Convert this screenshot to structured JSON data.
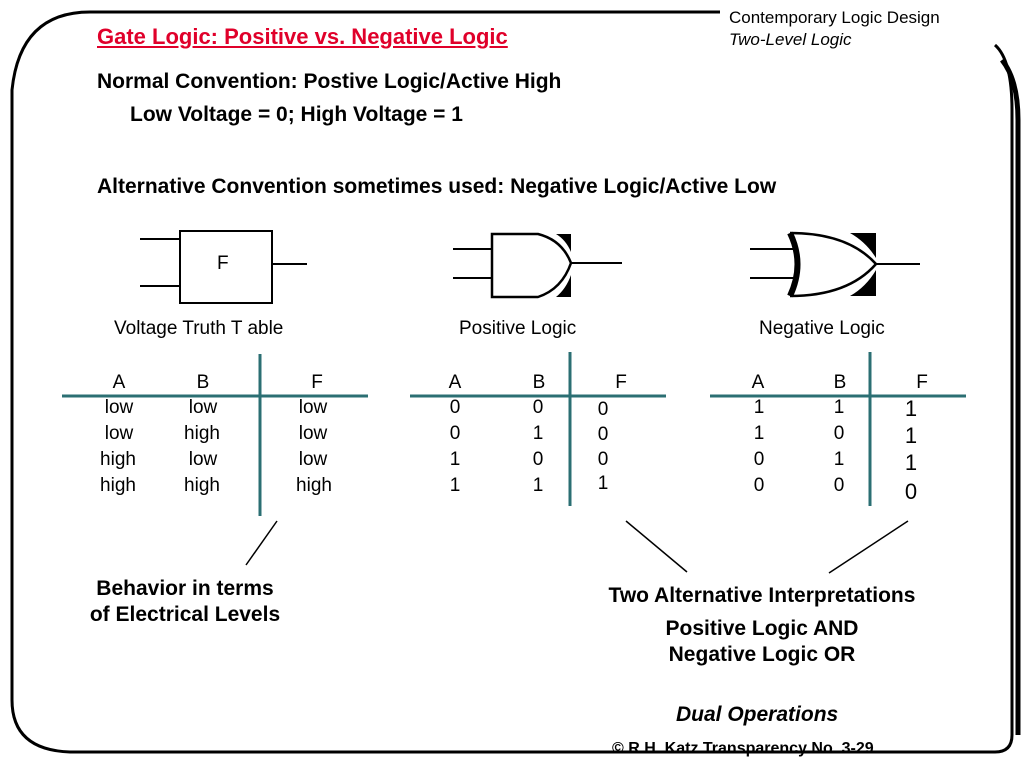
{
  "header": {
    "title": "Gate Logic: Positive vs. Negative Logic",
    "course": "Contemporary Logic Design",
    "chapter": "Two-Level Logic"
  },
  "conventions": {
    "normal_heading": "Normal Convention: Postive Logic/Active High",
    "normal_detail": "Low Voltage = 0;  High Voltage = 1",
    "alternative": "Alternative Convention sometimes used:  Negative Logic/Active Low"
  },
  "diagrams": {
    "box_label": "F",
    "voltage_caption": "Voltage Truth T able",
    "positive_caption": "Positive Logic",
    "negative_caption": "Negative Logic"
  },
  "tables": {
    "voltage": {
      "headers": [
        "A",
        "B",
        "F"
      ],
      "rows": [
        [
          "low",
          "low",
          "low"
        ],
        [
          "low",
          "high",
          "low"
        ],
        [
          "high",
          "low",
          "low"
        ],
        [
          "high",
          "high",
          "high"
        ]
      ]
    },
    "positive": {
      "headers": [
        "A",
        "B",
        "F"
      ],
      "rows": [
        [
          "0",
          "0",
          "0"
        ],
        [
          "0",
          "1",
          "0"
        ],
        [
          "1",
          "0",
          "0"
        ],
        [
          "1",
          "1",
          "1"
        ]
      ]
    },
    "negative": {
      "headers": [
        "A",
        "B",
        "F"
      ],
      "rows": [
        [
          "1",
          "1",
          "1"
        ],
        [
          "1",
          "0",
          "1"
        ],
        [
          "0",
          "1",
          "1"
        ],
        [
          "0",
          "0",
          "0"
        ]
      ]
    }
  },
  "notes": {
    "electrical_line1": "Behavior in terms",
    "electrical_line2": "of Electrical Levels",
    "interpretations": "Two Alternative Interpretations",
    "and_line": "Positive Logic AND",
    "or_line": "Negative Logic OR",
    "dual": "Dual Operations"
  },
  "footer": "© R.H. Katz   Transparency  No. 3-29"
}
